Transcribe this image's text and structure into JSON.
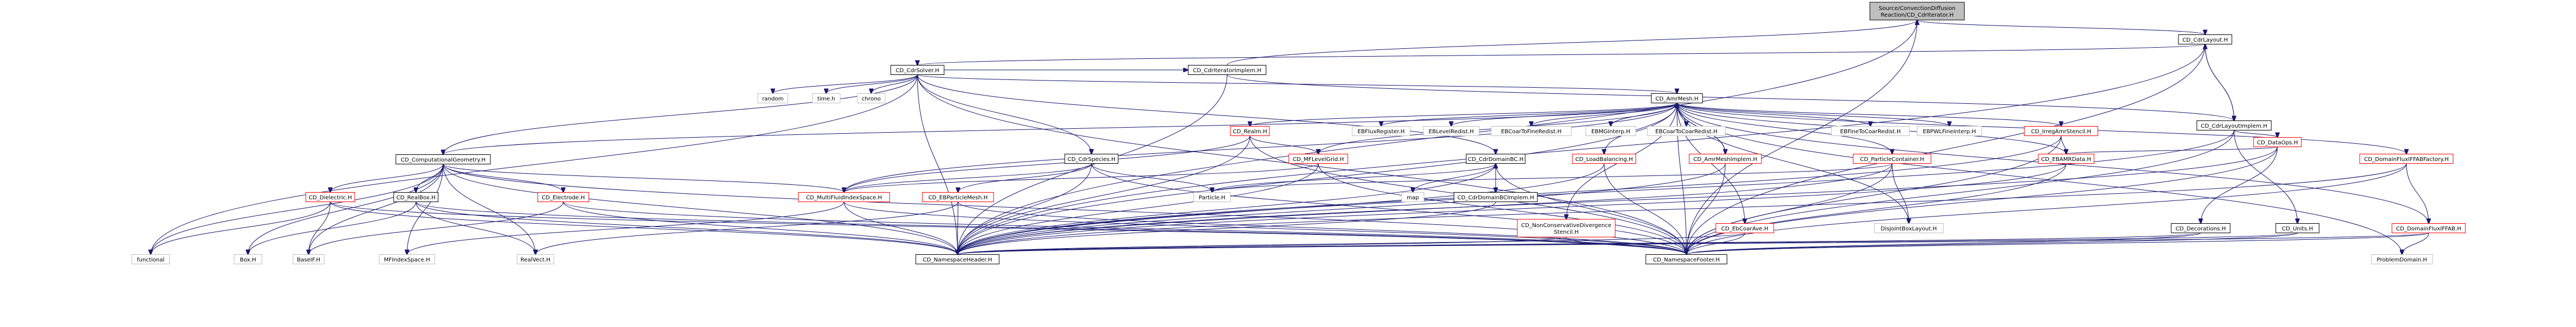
{
  "graph": {
    "root": "Source/ConvectionDiffusionReaction/CD_CdrIterator.H",
    "nodes": [
      {
        "id": "root",
        "lines": [
          "Source/ConvectionDiffusion",
          "Reaction/CD_CdrIterator.H"
        ],
        "style": "root"
      },
      {
        "id": "cdrlayout",
        "lines": [
          "CD_CdrLayout.H"
        ],
        "style": "normal"
      },
      {
        "id": "cdrsolver",
        "lines": [
          "CD_CdrSolver.H"
        ],
        "style": "normal"
      },
      {
        "id": "cdriterimpl",
        "lines": [
          "CD_CdrIteratorImplem.H"
        ],
        "style": "normal"
      },
      {
        "id": "cdrlayoutimpl",
        "lines": [
          "CD_CdrLayoutImplem.H"
        ],
        "style": "normal"
      },
      {
        "id": "amrmesh",
        "lines": [
          "CD_AmrMesh.H"
        ],
        "style": "normal"
      },
      {
        "id": "random",
        "lines": [
          "random"
        ],
        "style": "grey"
      },
      {
        "id": "timeh",
        "lines": [
          "time.h"
        ],
        "style": "grey"
      },
      {
        "id": "chrono",
        "lines": [
          "chrono"
        ],
        "style": "grey"
      },
      {
        "id": "compgeom",
        "lines": [
          "CD_ComputationalGeometry.H"
        ],
        "style": "normal"
      },
      {
        "id": "realm",
        "lines": [
          "CD_Realm.H"
        ],
        "style": "red"
      },
      {
        "id": "mflevelgrid",
        "lines": [
          "CD_MFLevelGrid.H"
        ],
        "style": "red"
      },
      {
        "id": "cdrspecies",
        "lines": [
          "CD_CdrSpecies.H"
        ],
        "style": "normal"
      },
      {
        "id": "cdrdomainbc",
        "lines": [
          "CD_CdrDomainBC.H"
        ],
        "style": "normal"
      },
      {
        "id": "loadbalancing",
        "lines": [
          "CD_LoadBalancing.H"
        ],
        "style": "red"
      },
      {
        "id": "ebfluxregister",
        "lines": [
          "EBFluxRegister.H"
        ],
        "style": "grey"
      },
      {
        "id": "eblevelredist",
        "lines": [
          "EBLevelRedist.H"
        ],
        "style": "grey"
      },
      {
        "id": "ebcoartofineredist",
        "lines": [
          "EBCoarToFineRedist.H"
        ],
        "style": "grey"
      },
      {
        "id": "ebmginterp",
        "lines": [
          "EBMGInterp.H"
        ],
        "style": "grey"
      },
      {
        "id": "ebcoartocoarredist",
        "lines": [
          "EBCoarToCoarRedist.H"
        ],
        "style": "grey"
      },
      {
        "id": "ebfinetocoarredist",
        "lines": [
          "EBFineToCoarRedist.H"
        ],
        "style": "grey"
      },
      {
        "id": "ebpwlfineinterp",
        "lines": [
          "EBPWLFineInterp.H"
        ],
        "style": "grey"
      },
      {
        "id": "irregamrstencil",
        "lines": [
          "CD_IrregAmrStencil.H"
        ],
        "style": "red"
      },
      {
        "id": "amrmeshimpl",
        "lines": [
          "CD_AmrMeshImplem.H"
        ],
        "style": "red"
      },
      {
        "id": "particlecontainer",
        "lines": [
          "CD_ParticleContainer.H"
        ],
        "style": "red"
      },
      {
        "id": "ebamrdata",
        "lines": [
          "CD_EBAMRData.H"
        ],
        "style": "red"
      },
      {
        "id": "dataops",
        "lines": [
          "CD_DataOps.H"
        ],
        "style": "red"
      },
      {
        "id": "domainfluxiffabfactory",
        "lines": [
          "CD_DomainFluxIFFABFactory.H"
        ],
        "style": "red"
      },
      {
        "id": "dielectric",
        "lines": [
          "CD_Dielectric.H"
        ],
        "style": "red"
      },
      {
        "id": "realbox",
        "lines": [
          "CD_RealBox.H"
        ],
        "style": "normal"
      },
      {
        "id": "electrode",
        "lines": [
          "CD_Electrode.H"
        ],
        "style": "red"
      },
      {
        "id": "multifluid",
        "lines": [
          "CD_MultiFluidIndexSpace.H"
        ],
        "style": "red"
      },
      {
        "id": "ebparticlemesh",
        "lines": [
          "CD_EBParticleMesh.H"
        ],
        "style": "red"
      },
      {
        "id": "particleh",
        "lines": [
          "Particle.H"
        ],
        "style": "grey"
      },
      {
        "id": "map",
        "lines": [
          "map"
        ],
        "style": "grey"
      },
      {
        "id": "cdrdomainbcimpl",
        "lines": [
          "CD_CdrDomainBCImplem.H"
        ],
        "style": "normal"
      },
      {
        "id": "nonconsdiv",
        "lines": [
          "CD_NonConservativeDivergence",
          "Stencil.H"
        ],
        "style": "red"
      },
      {
        "id": "ebcoarave",
        "lines": [
          "CD_EbCoarAve.H"
        ],
        "style": "red"
      },
      {
        "id": "disjointbox",
        "lines": [
          "DisjointBoxLayout.H"
        ],
        "style": "grey"
      },
      {
        "id": "decorations",
        "lines": [
          "CD_Decorations.H"
        ],
        "style": "normal"
      },
      {
        "id": "units",
        "lines": [
          "CD_Units.H"
        ],
        "style": "normal"
      },
      {
        "id": "domainfluxiffab",
        "lines": [
          "CD_DomainFluxIFFAB.H"
        ],
        "style": "red"
      },
      {
        "id": "functional",
        "lines": [
          "functional"
        ],
        "style": "grey"
      },
      {
        "id": "boxh",
        "lines": [
          "Box.H"
        ],
        "style": "grey"
      },
      {
        "id": "baseif",
        "lines": [
          "BaseIF.H"
        ],
        "style": "grey"
      },
      {
        "id": "mfindexspace",
        "lines": [
          "MFIndexSpace.H"
        ],
        "style": "grey"
      },
      {
        "id": "realvect",
        "lines": [
          "RealVect.H"
        ],
        "style": "grey"
      },
      {
        "id": "nsheader",
        "lines": [
          "CD_NamespaceHeader.H"
        ],
        "style": "normal"
      },
      {
        "id": "nsfooter",
        "lines": [
          "CD_NamespaceFooter.H"
        ],
        "style": "normal"
      },
      {
        "id": "problemdomain",
        "lines": [
          "ProblemDomain.H"
        ],
        "style": "grey"
      }
    ],
    "edges": [
      [
        "root",
        "cdrlayout"
      ],
      [
        "root",
        "nsheader"
      ],
      [
        "root",
        "nsfooter"
      ],
      [
        "cdrlayout",
        "cdrsolver"
      ],
      [
        "cdrlayout",
        "cdrlayoutimpl"
      ],
      [
        "cdrlayout",
        "nsheader"
      ],
      [
        "cdrlayout",
        "nsfooter"
      ],
      [
        "cdrsolver",
        "cdriterimpl"
      ],
      [
        "cdrsolver",
        "amrmesh"
      ],
      [
        "cdrsolver",
        "random"
      ],
      [
        "cdrsolver",
        "timeh"
      ],
      [
        "cdrsolver",
        "chrono"
      ],
      [
        "cdrsolver",
        "compgeom"
      ],
      [
        "cdrsolver",
        "cdrspecies"
      ],
      [
        "cdrsolver",
        "cdrdomainbc"
      ],
      [
        "cdrsolver",
        "functional"
      ],
      [
        "cdrsolver",
        "nsheader"
      ],
      [
        "cdrsolver",
        "nsfooter"
      ],
      [
        "cdriterimpl",
        "root"
      ],
      [
        "cdriterimpl",
        "cdrlayoutimpl"
      ],
      [
        "cdriterimpl",
        "nsheader"
      ],
      [
        "cdrlayoutimpl",
        "cdrlayout"
      ],
      [
        "cdrlayoutimpl",
        "dataops"
      ],
      [
        "cdrlayoutimpl",
        "units"
      ],
      [
        "cdrlayoutimpl",
        "nsheader"
      ],
      [
        "cdrlayoutimpl",
        "nsfooter"
      ],
      [
        "amrmesh",
        "compgeom"
      ],
      [
        "amrmesh",
        "realm"
      ],
      [
        "amrmesh",
        "mflevelgrid"
      ],
      [
        "amrmesh",
        "loadbalancing"
      ],
      [
        "amrmesh",
        "ebfluxregister"
      ],
      [
        "amrmesh",
        "eblevelredist"
      ],
      [
        "amrmesh",
        "ebcoartofineredist"
      ],
      [
        "amrmesh",
        "ebmginterp"
      ],
      [
        "amrmesh",
        "ebcoartocoarredist"
      ],
      [
        "amrmesh",
        "ebfinetocoarredist"
      ],
      [
        "amrmesh",
        "ebpwlfineinterp"
      ],
      [
        "amrmesh",
        "irregamrstencil"
      ],
      [
        "amrmesh",
        "amrmeshimpl"
      ],
      [
        "amrmesh",
        "particlecontainer"
      ],
      [
        "amrmesh",
        "ebamrdata"
      ],
      [
        "amrmesh",
        "domainfluxiffabfactory"
      ],
      [
        "amrmesh",
        "nonconsdiv"
      ],
      [
        "amrmesh",
        "ebcoarave"
      ],
      [
        "amrmesh",
        "disjointbox"
      ],
      [
        "amrmesh",
        "multifluid"
      ],
      [
        "amrmesh",
        "domainfluxiffab"
      ],
      [
        "amrmesh",
        "nsheader"
      ],
      [
        "amrmesh",
        "nsfooter"
      ],
      [
        "amrmesh",
        "problemdomain"
      ],
      [
        "amrmeshimpl",
        "amrmesh"
      ],
      [
        "amrmeshimpl",
        "nsheader"
      ],
      [
        "amrmeshimpl",
        "nsfooter"
      ],
      [
        "compgeom",
        "dielectric"
      ],
      [
        "compgeom",
        "realbox"
      ],
      [
        "compgeom",
        "electrode"
      ],
      [
        "compgeom",
        "multifluid"
      ],
      [
        "compgeom",
        "functional"
      ],
      [
        "compgeom",
        "boxh"
      ],
      [
        "compgeom",
        "baseif"
      ],
      [
        "compgeom",
        "mfindexspace"
      ],
      [
        "compgeom",
        "realvect"
      ],
      [
        "compgeom",
        "nsheader"
      ],
      [
        "compgeom",
        "nsfooter"
      ],
      [
        "realm",
        "mflevelgrid"
      ],
      [
        "realm",
        "multifluid"
      ],
      [
        "realm",
        "nsheader"
      ],
      [
        "realm",
        "nsfooter"
      ],
      [
        "mflevelgrid",
        "multifluid"
      ],
      [
        "mflevelgrid",
        "nsheader"
      ],
      [
        "mflevelgrid",
        "nsfooter"
      ],
      [
        "cdrspecies",
        "ebparticlemesh"
      ],
      [
        "cdrspecies",
        "particleh"
      ],
      [
        "cdrspecies",
        "multifluid"
      ],
      [
        "cdrspecies",
        "nsheader"
      ],
      [
        "cdrspecies",
        "nsfooter"
      ],
      [
        "cdrdomainbc",
        "cdrdomainbcimpl"
      ],
      [
        "cdrdomainbc",
        "map"
      ],
      [
        "cdrdomainbc",
        "particleh"
      ],
      [
        "cdrdomainbc",
        "nsheader"
      ],
      [
        "cdrdomainbc",
        "nsfooter"
      ],
      [
        "cdrdomainbcimpl",
        "cdrdomainbc"
      ],
      [
        "cdrdomainbcimpl",
        "nsheader"
      ],
      [
        "loadbalancing",
        "nsheader"
      ],
      [
        "loadbalancing",
        "nsfooter"
      ],
      [
        "irregamrstencil",
        "ebamrdata"
      ],
      [
        "irregamrstencil",
        "nsheader"
      ],
      [
        "irregamrstencil",
        "nsfooter"
      ],
      [
        "particlecontainer",
        "particleh"
      ],
      [
        "particlecontainer",
        "disjointbox"
      ],
      [
        "particlecontainer",
        "nsheader"
      ],
      [
        "particlecontainer",
        "nsfooter"
      ],
      [
        "ebamrdata",
        "nsheader"
      ],
      [
        "ebamrdata",
        "nsfooter"
      ],
      [
        "dataops",
        "ebamrdata"
      ],
      [
        "dataops",
        "decorations"
      ],
      [
        "dataops",
        "nsheader"
      ],
      [
        "dataops",
        "nsfooter"
      ],
      [
        "domainfluxiffabfactory",
        "domainfluxiffab"
      ],
      [
        "domainfluxiffabfactory",
        "nsheader"
      ],
      [
        "domainfluxiffabfactory",
        "nsfooter"
      ],
      [
        "domainfluxiffab",
        "problemdomain"
      ],
      [
        "domainfluxiffab",
        "nsheader"
      ],
      [
        "domainfluxiffab",
        "nsfooter"
      ],
      [
        "dielectric",
        "baseif"
      ],
      [
        "dielectric",
        "functional"
      ],
      [
        "dielectric",
        "nsheader"
      ],
      [
        "dielectric",
        "nsfooter"
      ],
      [
        "realbox",
        "realvect"
      ],
      [
        "realbox",
        "boxh"
      ],
      [
        "realbox",
        "nsheader"
      ],
      [
        "realbox",
        "nsfooter"
      ],
      [
        "electrode",
        "baseif"
      ],
      [
        "electrode",
        "nsheader"
      ],
      [
        "electrode",
        "nsfooter"
      ],
      [
        "multifluid",
        "mfindexspace"
      ],
      [
        "multifluid",
        "nsheader"
      ],
      [
        "multifluid",
        "nsfooter"
      ],
      [
        "ebparticlemesh",
        "realvect"
      ],
      [
        "ebparticlemesh",
        "nsheader"
      ],
      [
        "ebparticlemesh",
        "nsfooter"
      ],
      [
        "nonconsdiv",
        "nsheader"
      ],
      [
        "nonconsdiv",
        "nsfooter"
      ],
      [
        "ebcoarave",
        "nsheader"
      ],
      [
        "ebcoarave",
        "nsfooter"
      ],
      [
        "decorations",
        "nsheader"
      ],
      [
        "decorations",
        "nsfooter"
      ],
      [
        "units",
        "nsheader"
      ],
      [
        "units",
        "nsfooter"
      ]
    ]
  }
}
